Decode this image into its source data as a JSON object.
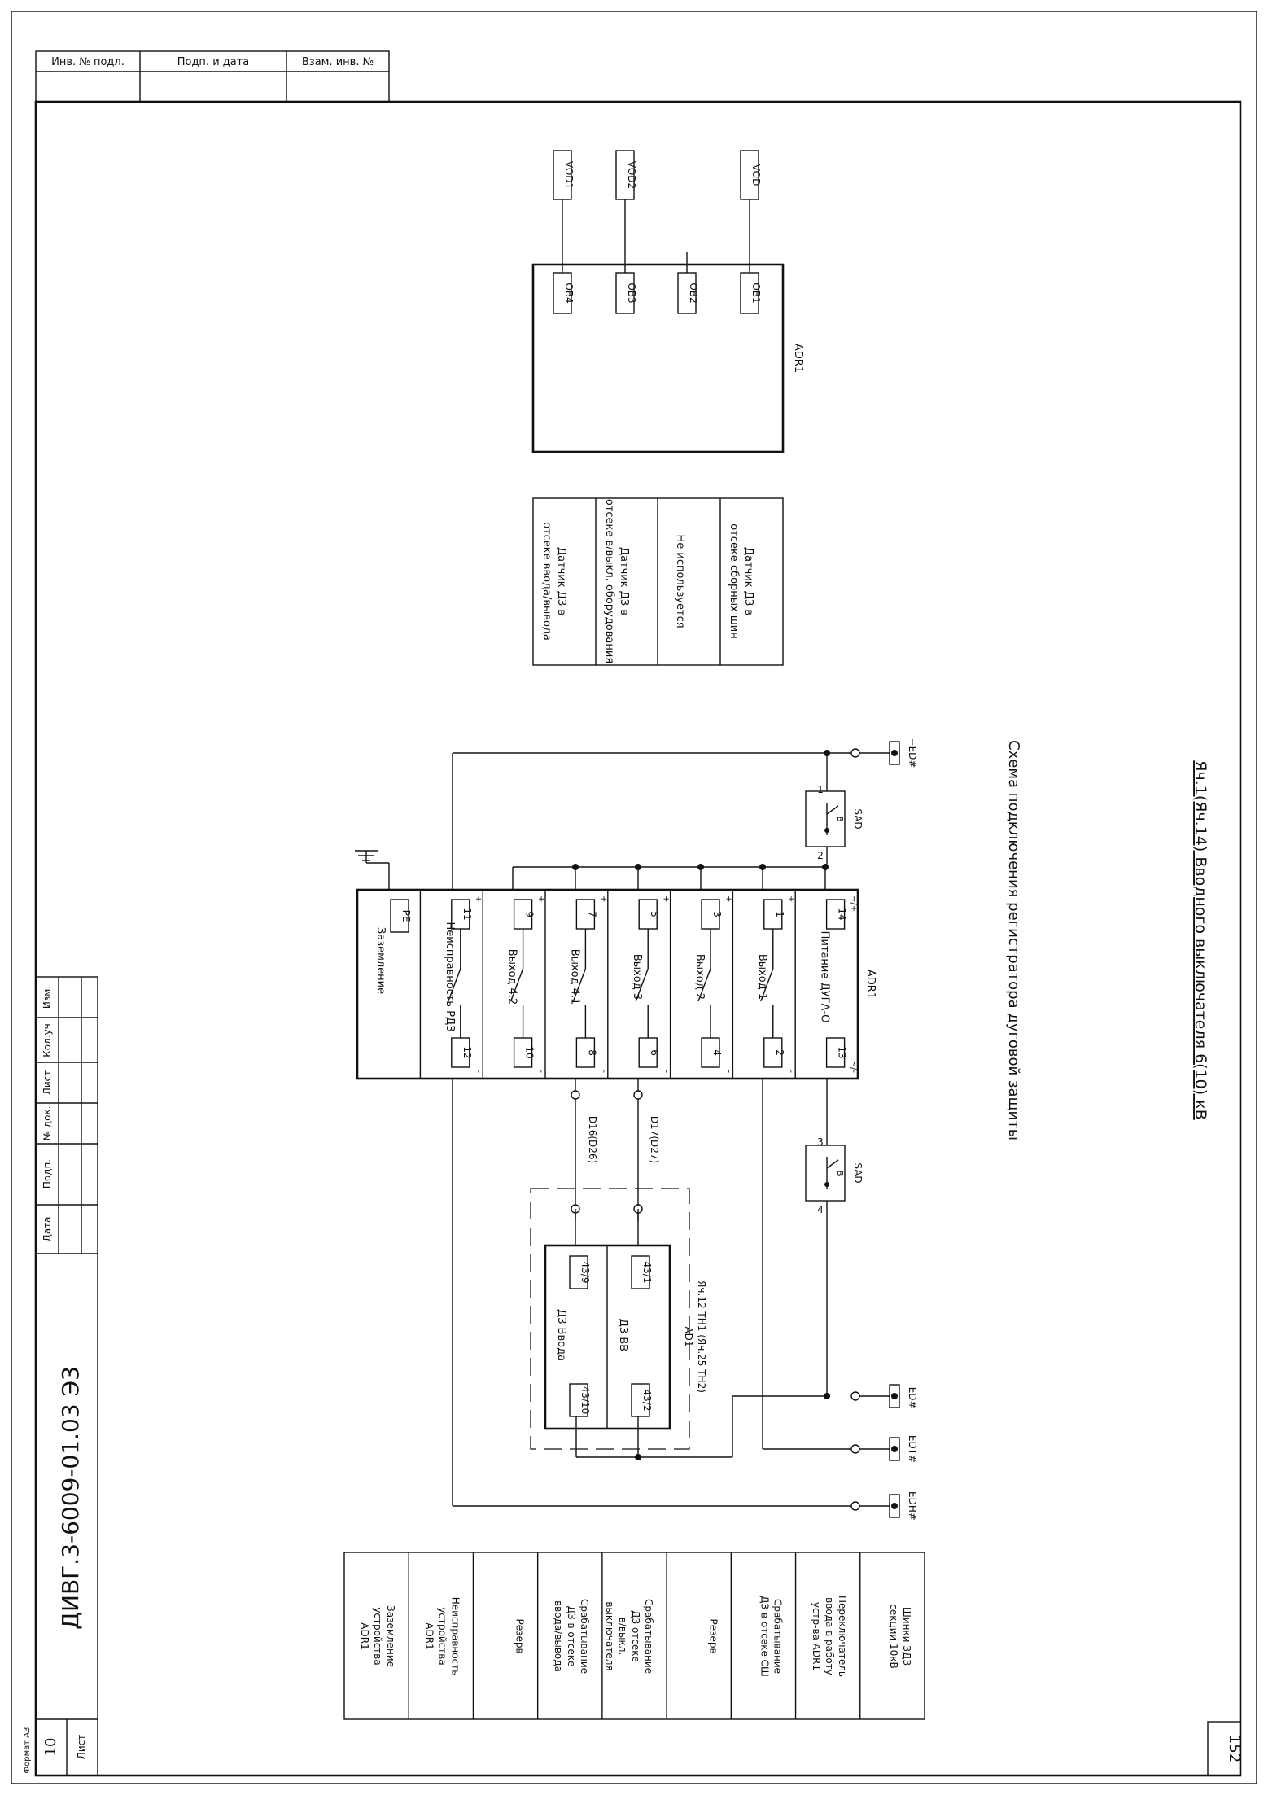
{
  "stamp": {
    "inv_podl": "Инв. № подл.",
    "podp_data": "Подп. и дата",
    "vzam_inv": "Взам. инв. №"
  },
  "title_block": {
    "izm": "Изм.",
    "kol_uch": "Кол.уч",
    "list": "Лист",
    "n_dok": "№ док.",
    "podp": "Подп.",
    "data": "Дата",
    "doc_code": "ДИВГ.3-6009-01.03 Э3",
    "list_label": "Лист",
    "list_num": "10",
    "sheet_total": "152",
    "format_note": "Формат А3"
  },
  "heading": {
    "title": "Яч.1(Яч.14) Вводного выключателя 6(10) кВ",
    "subtitle": "Схема подключения регистратора дуговой защиты"
  },
  "adr_upper": {
    "name": "ADR1",
    "ports": [
      "ОВ1",
      "ОВ2",
      "ОВ3",
      "ОВ4"
    ],
    "sensors": [
      "VOD",
      "VOD2",
      "VOD1"
    ]
  },
  "sensor_descriptions": [
    "Датчик ДЗ в отсеке сборных шин",
    "Не используется",
    "Датчик ДЗ в отсеке в/выкл. оборудования",
    "Датчик ДЗ в отсеке ввода/вывода"
  ],
  "adr_main": {
    "name": "ADR1",
    "rows": [
      {
        "label": "Питание ДУГА-О",
        "left": "14",
        "right": "13",
        "lsign": "~/+",
        "rsign": "~/-"
      },
      {
        "label": "Выход 1",
        "left": "1",
        "right": "2",
        "lsign": "+",
        "rsign": "-"
      },
      {
        "label": "Выход 2",
        "left": "3",
        "right": "4",
        "lsign": "+",
        "rsign": "-"
      },
      {
        "label": "Выход 3",
        "left": "5",
        "right": "6",
        "lsign": "+",
        "rsign": "-"
      },
      {
        "label": "Выход 4.1",
        "left": "7",
        "right": "8",
        "lsign": "+",
        "rsign": "-"
      },
      {
        "label": "Выход 4.2",
        "left": "9",
        "right": "10",
        "lsign": "+",
        "rsign": "-"
      },
      {
        "label": "Неисправность РДЗ",
        "left": "11",
        "right": "12",
        "lsign": "+",
        "rsign": "-"
      },
      {
        "label": "Заземление",
        "left": "PE",
        "right": "",
        "lsign": "",
        "rsign": "",
        "head": "PE"
      }
    ]
  },
  "sad_top": {
    "name": "SAD",
    "pin_a": "1",
    "pin_b": "2",
    "letter": "В"
  },
  "sad_bottom": {
    "name": "SAD",
    "pin_a": "3",
    "pin_b": "4",
    "letter": "В"
  },
  "wires": {
    "w1": "D16(D26)",
    "w2": "D17(D27)"
  },
  "ad1": {
    "header": "Яч.12 ТН1 (Яч.25 ТН2)",
    "name": "AD1",
    "rows": [
      {
        "label": "ДЗ ВВ",
        "left": "43/1",
        "right": "43/2"
      },
      {
        "label": "ДЗ Ввода",
        "left": "43/9",
        "right": "43/10"
      }
    ]
  },
  "buses": [
    "+ЕD#",
    "-ЕD#",
    "ЕDT#",
    "ЕDH#"
  ],
  "function_table": [
    "Шинки ЗДЗ секции 10кВ",
    "Переключатель ввода в работу устр-ва ADR1",
    "Срабатывание ДЗ в отсеке СШ",
    "Резерв",
    "Срабатывание ДЗ отсеке в/выкл. выключателя",
    "Срабатывание ДЗ в отсеке ввода/вывода",
    "Резерв",
    "Неисправность устройства ADR1",
    "Заземление устройства ADR1"
  ]
}
